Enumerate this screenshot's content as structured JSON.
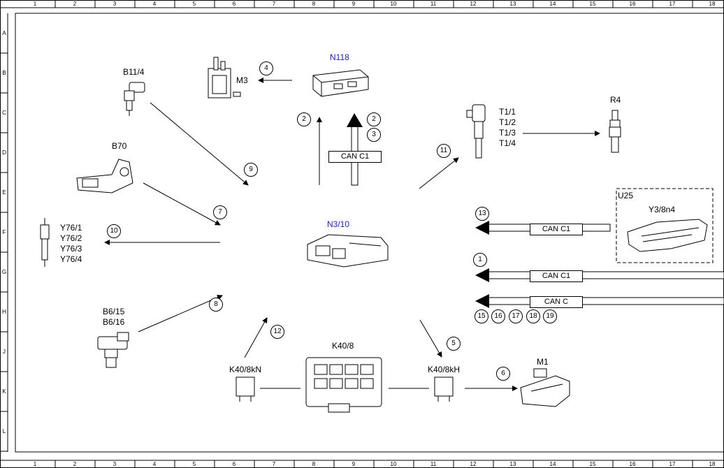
{
  "columns": [
    "1",
    "2",
    "3",
    "4",
    "5",
    "6",
    "7",
    "8",
    "9",
    "10",
    "11",
    "12",
    "13",
    "14",
    "15",
    "16",
    "17",
    "18"
  ],
  "rows": [
    "A",
    "B",
    "C",
    "D",
    "E",
    "F",
    "G",
    "H",
    "J",
    "K",
    "L"
  ],
  "components": {
    "n118": "N118",
    "m3": "M3",
    "b11_4": "B11/4",
    "b70": "B70",
    "r4": "R4",
    "t1_1": "T1/1",
    "t1_2": "T1/2",
    "t1_3": "T1/3",
    "t1_4": "T1/4",
    "u25": "U25",
    "y3_8n4": "Y3/8n4",
    "y76_1": "Y76/1",
    "y76_2": "Y76/2",
    "y76_3": "Y76/3",
    "y76_4": "Y76/4",
    "n3_10": "N3/10",
    "b6_15": "B6/15",
    "b6_16": "B6/16",
    "k40_8": "K40/8",
    "k40_8kn": "K40/8kN",
    "k40_8kh": "K40/8kH",
    "m1": "M1"
  },
  "buses": {
    "can_c1_top": "CAN C1",
    "can_c1_f": "CAN C1",
    "can_c1_g": "CAN C1",
    "can_c_h": "CAN C"
  },
  "steps": [
    "1",
    "2",
    "3",
    "4",
    "5",
    "6",
    "7",
    "8",
    "9",
    "10",
    "11",
    "12",
    "13",
    "15",
    "16",
    "17",
    "18",
    "19"
  ],
  "step_labels": {
    "s1": "1",
    "s2a": "2",
    "s2b": "2",
    "s3": "3",
    "s4": "4",
    "s5": "5",
    "s6": "6",
    "s7": "7",
    "s8": "8",
    "s9": "9",
    "s10": "10",
    "s11": "11",
    "s12": "12",
    "s13": "13",
    "s15": "15",
    "s16": "16",
    "s17": "17",
    "s18": "18",
    "s19": "19"
  }
}
